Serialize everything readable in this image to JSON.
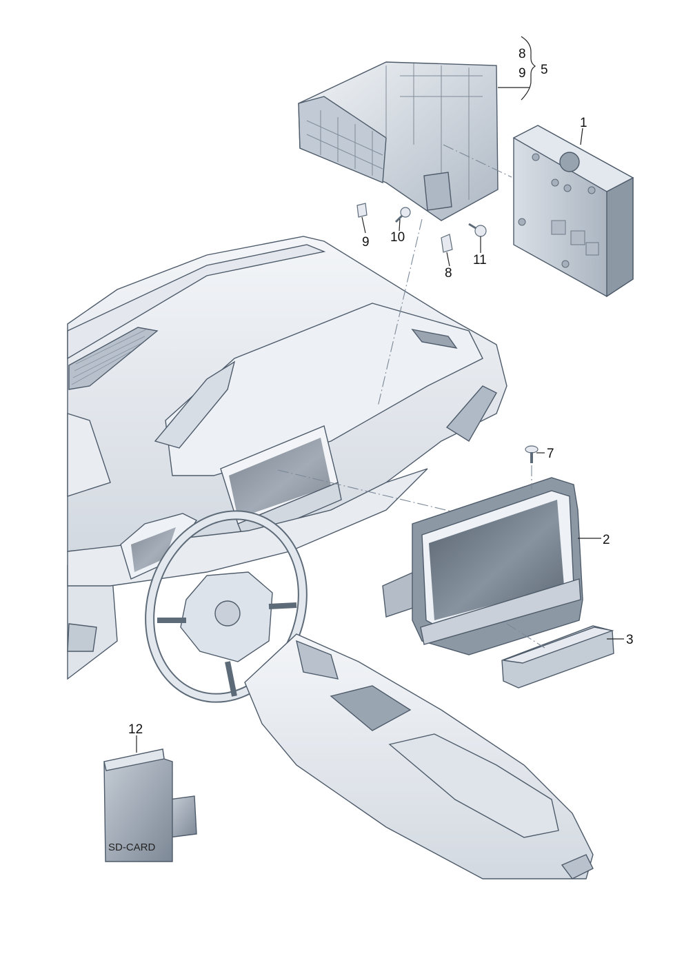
{
  "callouts": [
    {
      "id": "1",
      "label": "1"
    },
    {
      "id": "2",
      "label": "2"
    },
    {
      "id": "3",
      "label": "3"
    },
    {
      "id": "5",
      "label": "5"
    },
    {
      "id": "7",
      "label": "7"
    },
    {
      "id": "8a",
      "label": "8"
    },
    {
      "id": "9a",
      "label": "9"
    },
    {
      "id": "8b",
      "label": "8"
    },
    {
      "id": "9b",
      "label": "9"
    },
    {
      "id": "10",
      "label": "10"
    },
    {
      "id": "11",
      "label": "11"
    },
    {
      "id": "12",
      "label": "12"
    }
  ],
  "sd_card": {
    "label": "SD-CARD"
  },
  "colors": {
    "part_fill": "#cfd6df",
    "part_dark": "#8d98a5",
    "line": "#222222",
    "screen": "#6f7a86"
  }
}
